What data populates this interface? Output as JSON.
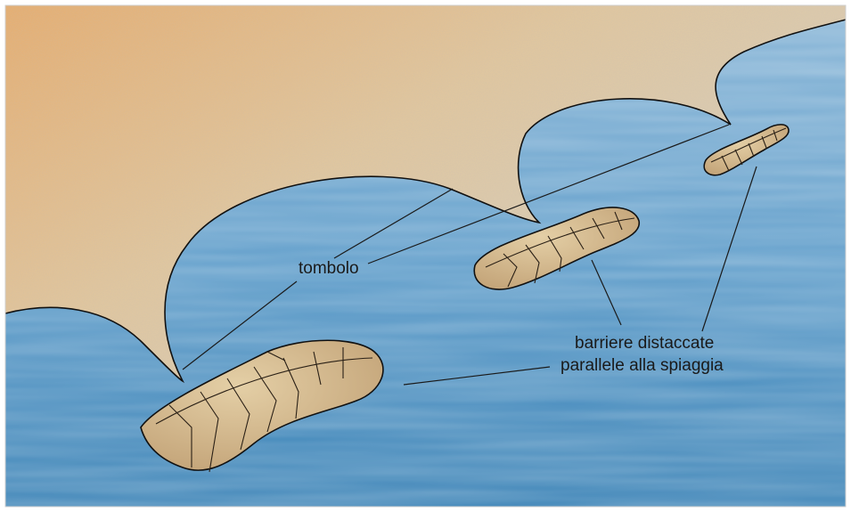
{
  "labels": {
    "tombolo": "tombolo",
    "barrier_line1": "barriere distaccate",
    "barrier_line2": "parallele alla spiaggia"
  },
  "colors": {
    "sand_light": "#d9cdb0",
    "sand_warm": "#e4b57a",
    "water_light": "#8fb9d9",
    "water_deep": "#3f86b8",
    "barrier_fill": "#c9ab80",
    "outline": "#111111"
  }
}
